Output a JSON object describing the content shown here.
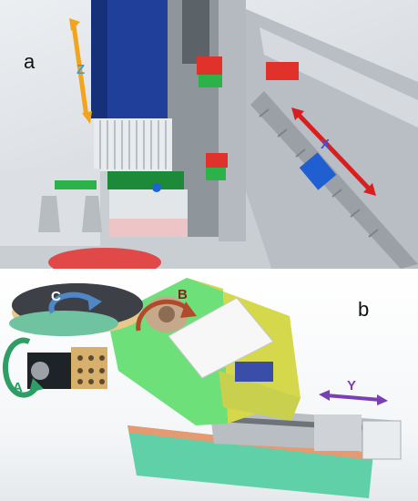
{
  "panels": {
    "a": {
      "label": "a",
      "axes": {
        "z": "Z",
        "x": "X"
      }
    },
    "b": {
      "label": "b",
      "axes": {
        "c": "C",
        "b": "B",
        "a": "A",
        "y": "Y"
      }
    }
  },
  "colors": {
    "z_arrow": "#f2a51b",
    "x_arrow": "#d81e1e",
    "y_arrow": "#7b3fb5",
    "spindle": "#1f3f9a",
    "rotary_arrow": "#4f86c6"
  }
}
